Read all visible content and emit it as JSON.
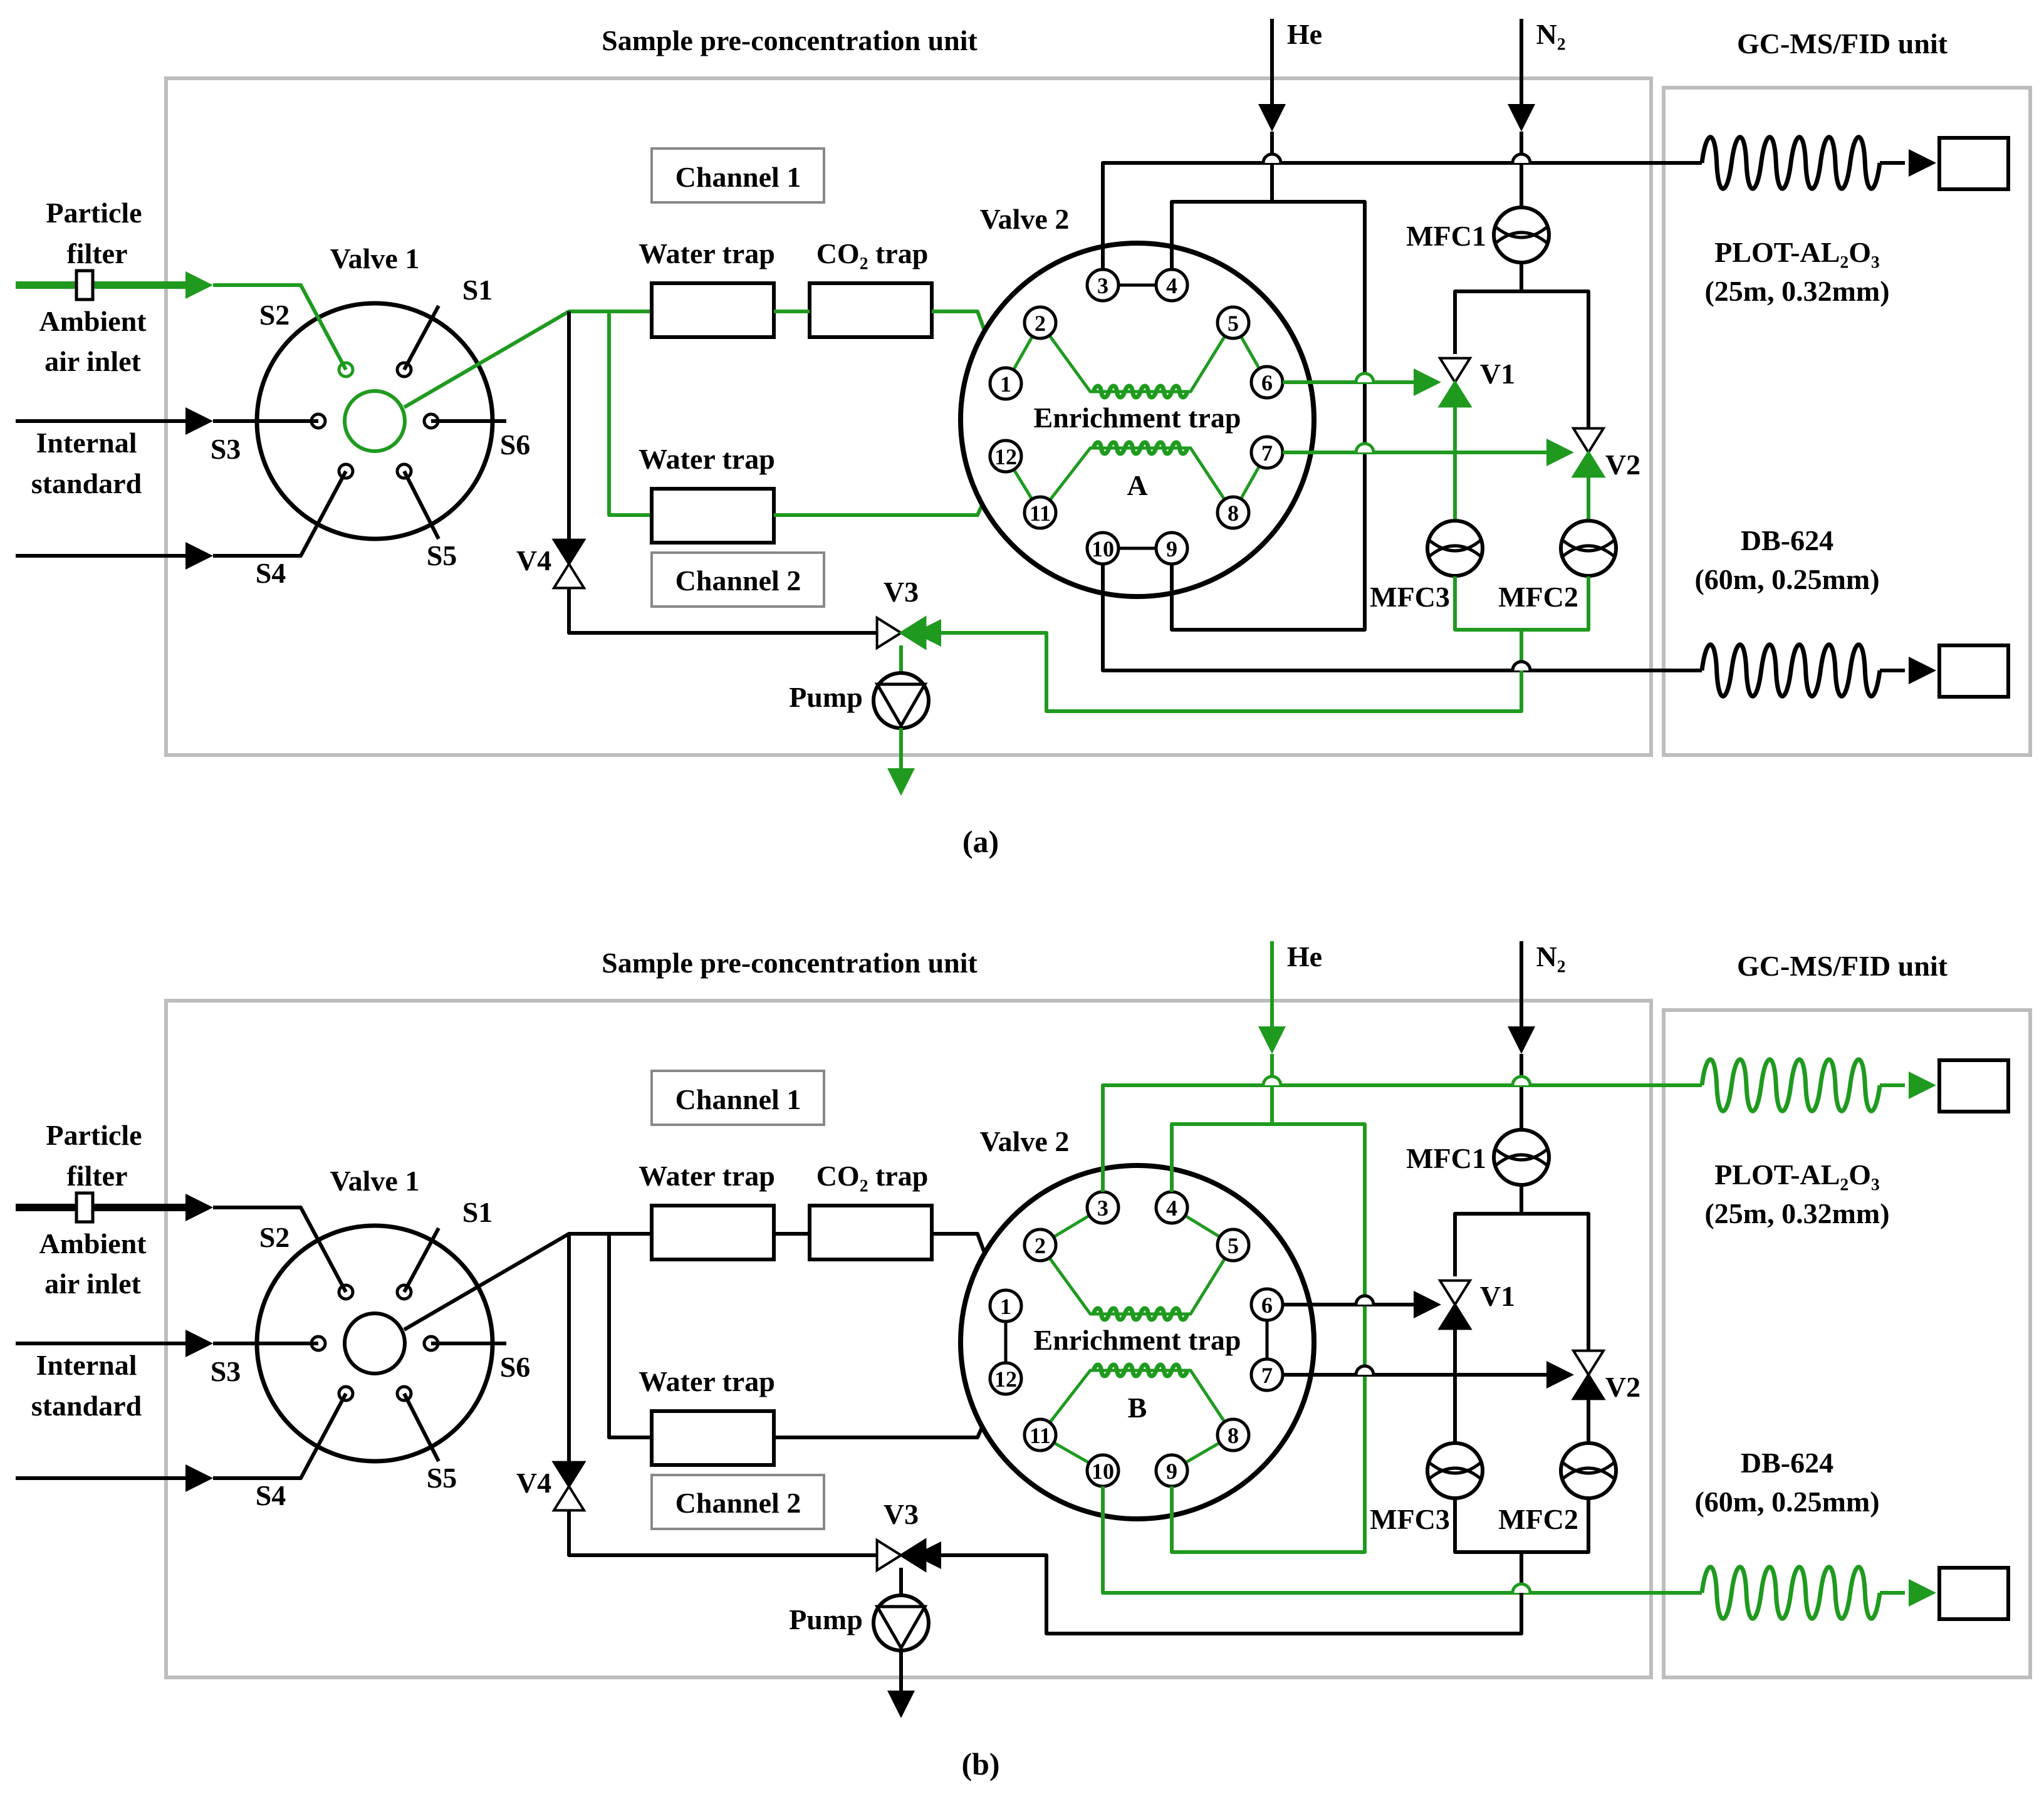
{
  "colors": {
    "flow": "#1f9a1f",
    "line": "#000000",
    "box": "#bdbdbd"
  },
  "labels": {
    "pre_unit": "Sample pre-concentration unit",
    "gc_unit": "GC-MS/FID unit",
    "he": "He",
    "n2": "N₂",
    "particle": "Particle",
    "filter": "filter",
    "ambient": "Ambient",
    "air_inlet": "air inlet",
    "internal": "Internal",
    "standard": "standard",
    "valve1": "Valve 1",
    "valve2": "Valve 2",
    "channel1": "Channel 1",
    "channel2": "Channel 2",
    "water_trap": "Water trap",
    "co2_trap": "CO₂ trap",
    "enrichment": "Enrichment trap",
    "mfc1": "MFC1",
    "mfc2": "MFC2",
    "mfc3": "MFC3",
    "v1": "V1",
    "v2": "V2",
    "v3": "V3",
    "v4": "V4",
    "pump": "Pump",
    "plot": "PLOT-AL₂O₃",
    "plot_dim": "(25m, 0.32mm)",
    "db": "DB-624",
    "db_dim": "(60m, 0.25mm)",
    "s1": "S1",
    "s2": "S2",
    "s3": "S3",
    "s4": "S4",
    "s5": "S5",
    "s6": "S6"
  },
  "ports": [
    "1",
    "2",
    "3",
    "4",
    "5",
    "6",
    "7",
    "8",
    "9",
    "10",
    "11",
    "12"
  ],
  "panels": [
    {
      "caption": "(a)",
      "trap": "A"
    },
    {
      "caption": "(b)",
      "trap": "B"
    }
  ]
}
